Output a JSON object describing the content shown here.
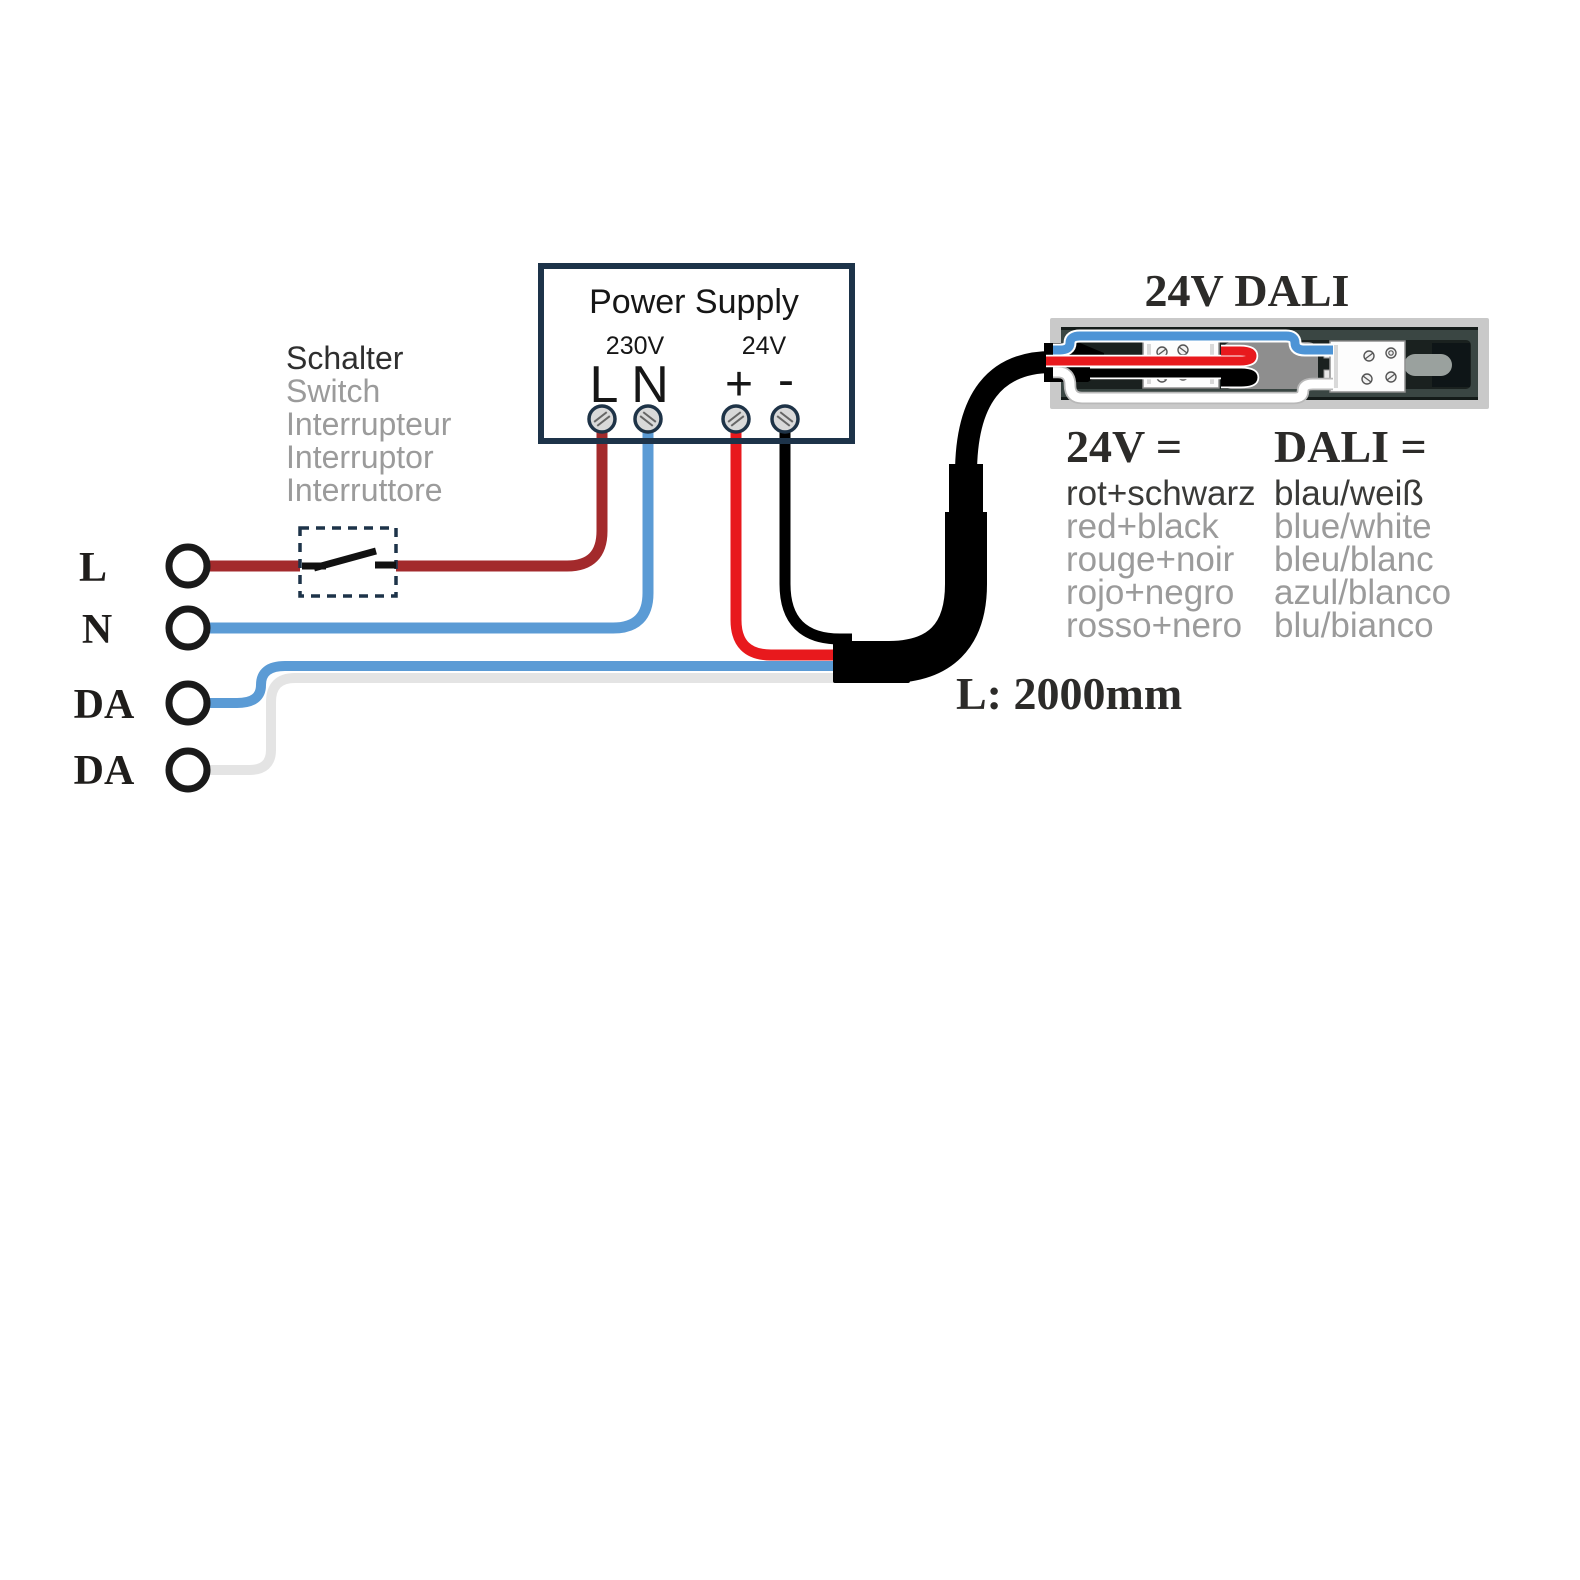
{
  "power_supply": {
    "title": "Power Supply",
    "primary_voltage": "230V",
    "secondary_voltage": "24V",
    "terminals": [
      "L",
      "N",
      "+",
      "-"
    ]
  },
  "switch": {
    "labels": [
      "Schalter",
      "Switch",
      "Interrupteur",
      "Interruptor",
      "Interruttore"
    ]
  },
  "mains_terminals": [
    "L",
    "N",
    "DA",
    "DA"
  ],
  "luminaire": {
    "title": "24V DALI"
  },
  "cable": {
    "length_label": "L: 2000mm"
  },
  "legend": {
    "v24": {
      "heading": "24V =",
      "rows": [
        "rot+schwarz",
        "red+black",
        "rouge+noir",
        "rojo+negro",
        "rosso+nero"
      ]
    },
    "dali": {
      "heading": "DALI =",
      "rows": [
        "blau/weiß",
        "blue/white",
        "bleu/blanc",
        "azul/blanco",
        "blu/bianco"
      ]
    }
  },
  "colors": {
    "live_wire": "#a32a2c",
    "neutral_wire": "#5b9bd5",
    "plus_wire": "#e8191d",
    "minus_wire": "#000000",
    "dali_blue_wire": "#4d94d6",
    "dali_white_wire": "#e4e4e4",
    "outline_navy": "#1d3349",
    "muted_text": "#9b9b9b",
    "dark_text": "#2c2b29"
  }
}
